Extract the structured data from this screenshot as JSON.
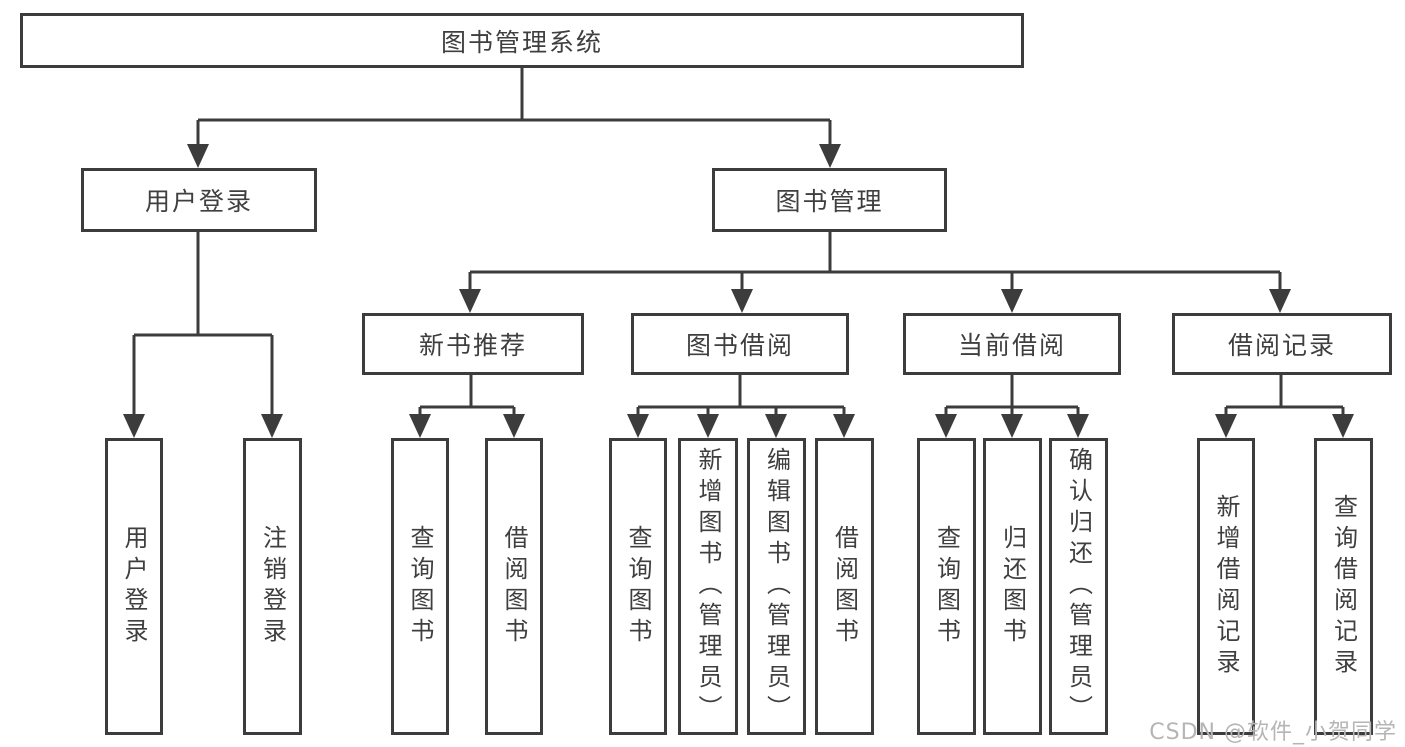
{
  "diagram": {
    "type": "tree-structure-chart",
    "watermark": "CSDN @软件_小贺同学",
    "colors": {
      "line": "#3c3c3c",
      "text": "#3f3f3f",
      "watermark": "#b5b5b5",
      "background": "#ffffff"
    },
    "nodes": {
      "root": "图书管理系统",
      "user_login": "用户登录",
      "book_mgmt": "图书管理",
      "new_book_rec": "新书推荐",
      "book_borrow": "图书借阅",
      "current_borrow": "当前借阅",
      "borrow_records": "借阅记录",
      "leaf_user_login": "用户登录",
      "leaf_logout": "注销登录",
      "leaf_query_book_1": "查询图书",
      "leaf_borrow_book_1": "借阅图书",
      "leaf_query_book_2": "查询图书",
      "leaf_add_book": "新增图书（管理员）",
      "leaf_edit_book": "编辑图书（管理员）",
      "leaf_borrow_book_2": "借阅图书",
      "leaf_query_book_3": "查询图书",
      "leaf_return_book": "归还图书",
      "leaf_confirm_return": "确认归还（管理员）",
      "leaf_add_record": "新增借阅记录",
      "leaf_query_record": "查询借阅记录"
    },
    "edges": [
      [
        "图书管理系统",
        "用户登录"
      ],
      [
        "图书管理系统",
        "图书管理"
      ],
      [
        "用户登录",
        "用户登录(叶)"
      ],
      [
        "用户登录",
        "注销登录"
      ],
      [
        "图书管理",
        "新书推荐"
      ],
      [
        "图书管理",
        "图书借阅"
      ],
      [
        "图书管理",
        "当前借阅"
      ],
      [
        "图书管理",
        "借阅记录"
      ],
      [
        "新书推荐",
        "查询图书"
      ],
      [
        "新书推荐",
        "借阅图书"
      ],
      [
        "图书借阅",
        "查询图书"
      ],
      [
        "图书借阅",
        "新增图书（管理员）"
      ],
      [
        "图书借阅",
        "编辑图书（管理员）"
      ],
      [
        "图书借阅",
        "借阅图书"
      ],
      [
        "当前借阅",
        "查询图书"
      ],
      [
        "当前借阅",
        "归还图书"
      ],
      [
        "当前借阅",
        "确认归还（管理员）"
      ],
      [
        "借阅记录",
        "新增借阅记录"
      ],
      [
        "借阅记录",
        "查询借阅记录"
      ]
    ]
  }
}
